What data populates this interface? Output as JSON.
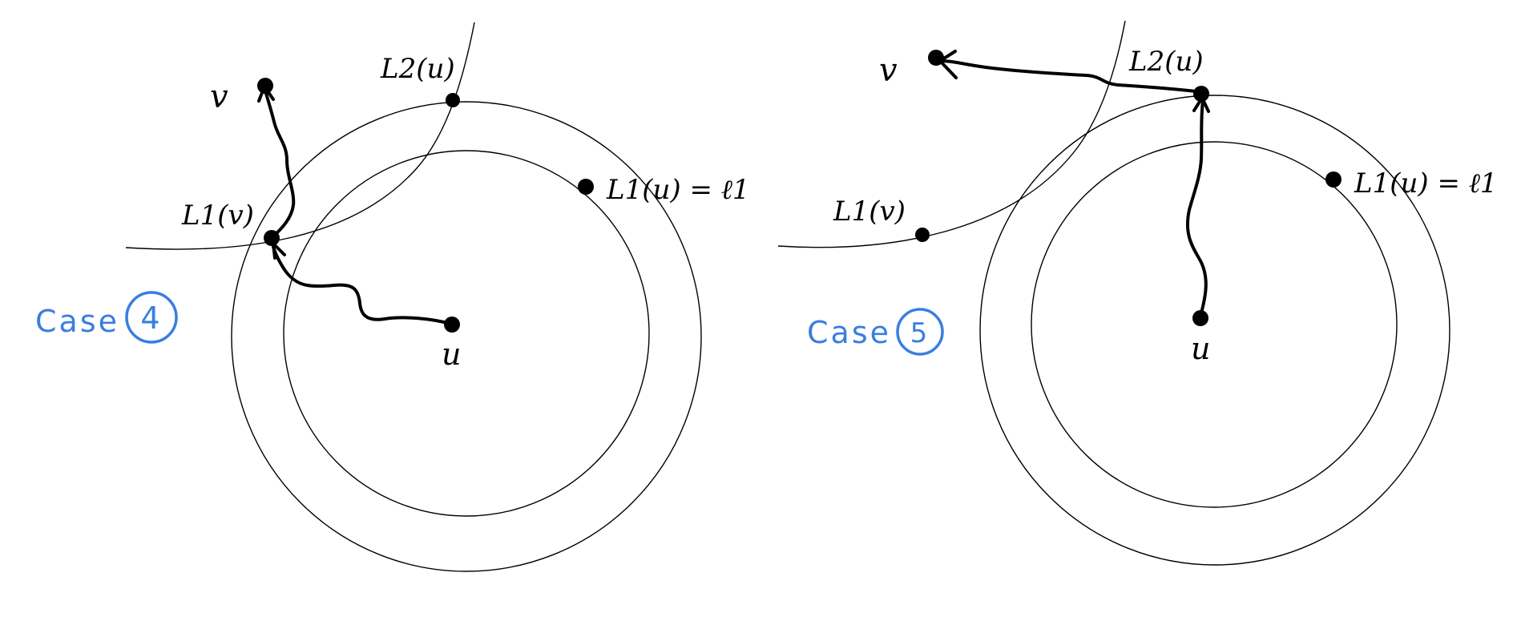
{
  "colors": {
    "ink": "#000000",
    "case_accent": "#3a7ee0"
  },
  "panels": [
    {
      "case_label": "Case",
      "case_number": "4",
      "labels": {
        "v": "v",
        "u": "u",
        "L2_u": "L2(u)",
        "L1_v": "L1(v)",
        "L1_u": "L1(u) = ℓ1"
      }
    },
    {
      "case_label": "Case",
      "case_number": "5",
      "labels": {
        "v": "v",
        "u": "u",
        "L2_u": "L2(u)",
        "L1_v": "L1(v)",
        "L1_u": "L1(u) = ℓ1"
      }
    }
  ]
}
